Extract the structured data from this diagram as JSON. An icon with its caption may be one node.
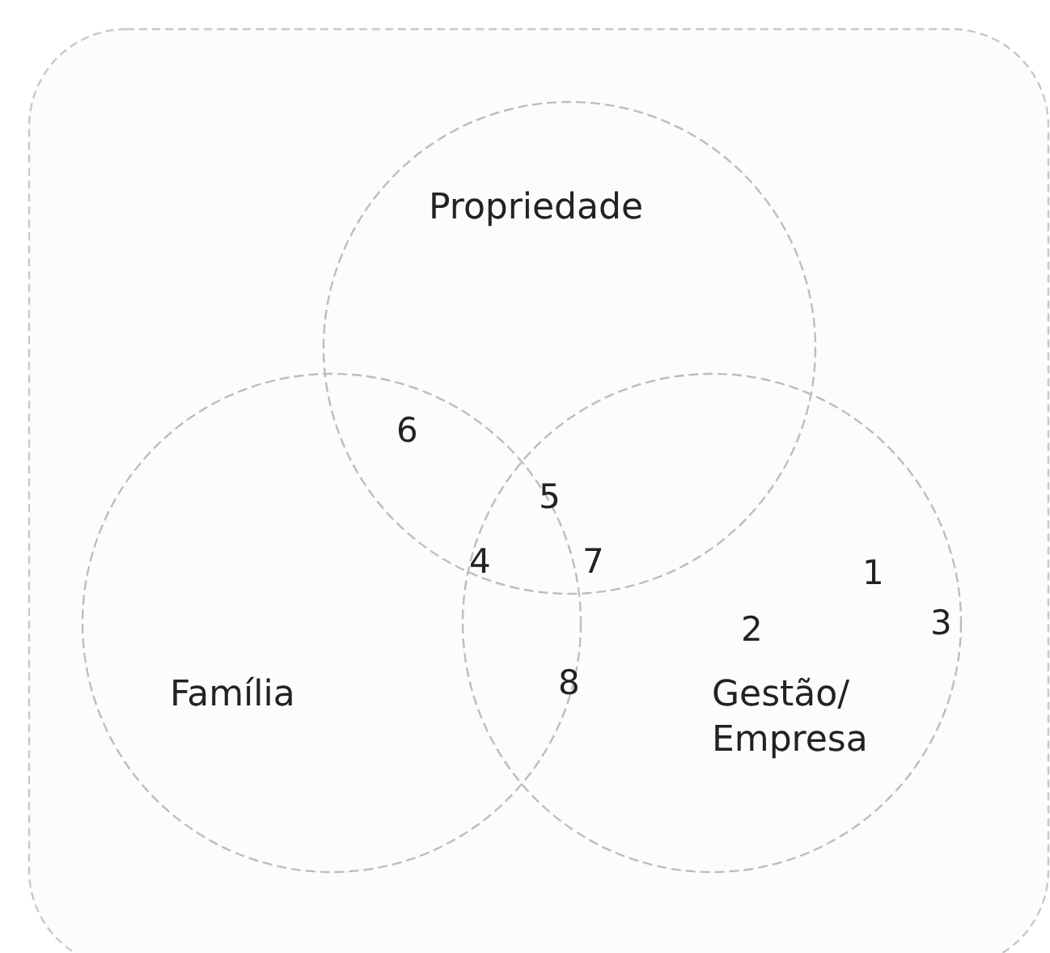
{
  "diagram": {
    "nodes": [
      {
        "text": [
          "Propriedade"
        ]
      },
      {
        "text": [
          "Família"
        ]
      },
      {
        "text": [
          "Gestão/ Empresa"
        ]
      }
    ],
    "labels": [
      "6",
      "5",
      "4",
      "7",
      "1",
      "3",
      "2",
      "8"
    ]
  }
}
